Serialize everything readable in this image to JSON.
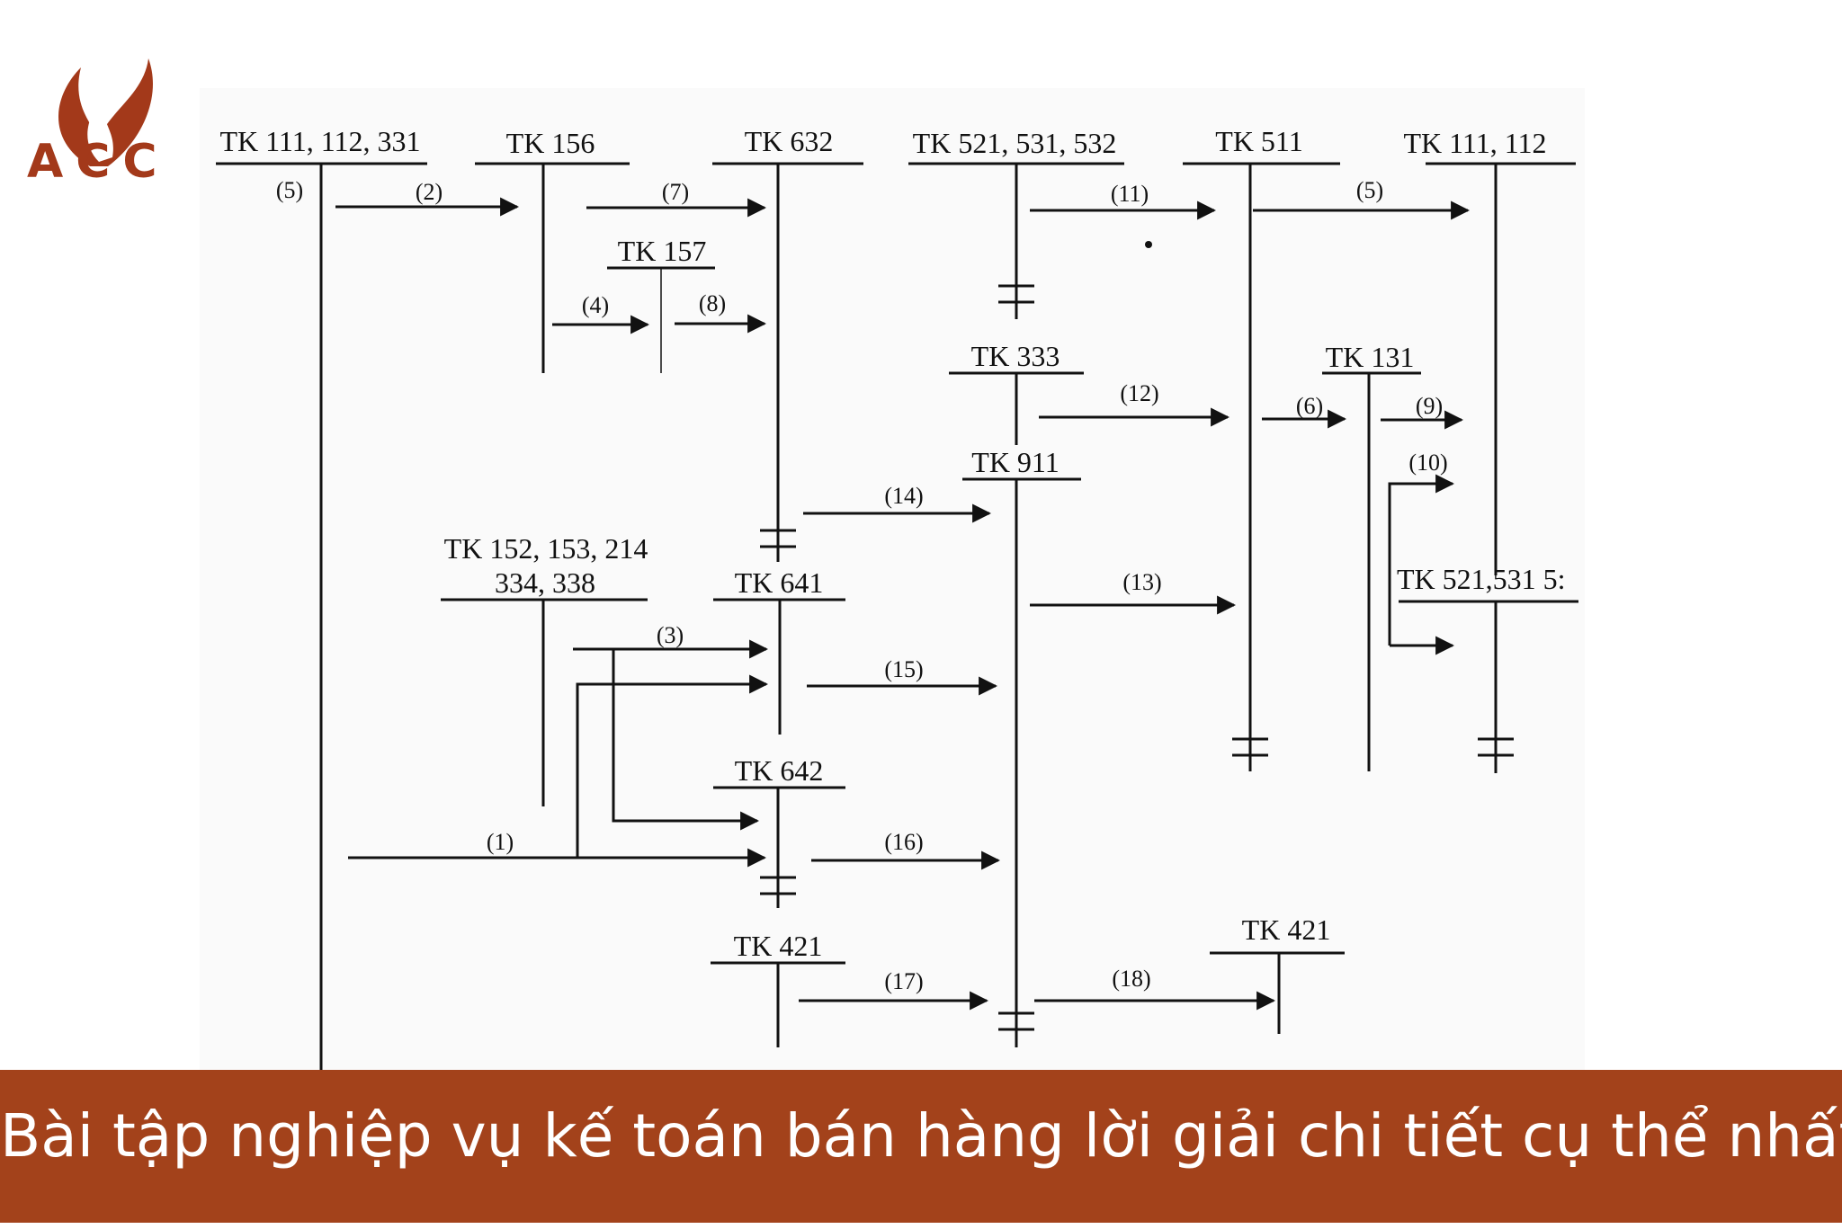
{
  "brand": {
    "logo_text": "ACC",
    "color": "#a3391a"
  },
  "footer": {
    "title": "Bài tập nghiệp vụ kế toán bán hàng lời giải chi tiết cụ thể nhất",
    "color": "#a3421b"
  },
  "diagram": {
    "accounts": [
      {
        "key": "tk_111_112_331",
        "label": "TK 111, 112, 331"
      },
      {
        "key": "tk_156",
        "label": "TK 156"
      },
      {
        "key": "tk_632",
        "label": "TK 632"
      },
      {
        "key": "tk_521_531_532_top",
        "label": "TK 521, 531, 532"
      },
      {
        "key": "tk_511",
        "label": "TK 511"
      },
      {
        "key": "tk_111_112",
        "label": "TK 111, 112"
      },
      {
        "key": "tk_157",
        "label": "TK 157"
      },
      {
        "key": "tk_333",
        "label": "TK 333"
      },
      {
        "key": "tk_131",
        "label": "TK 131"
      },
      {
        "key": "tk_911",
        "label": "TK 911"
      },
      {
        "key": "tk_152_group",
        "label": "TK 152, 153, 214",
        "label2": "334, 338"
      },
      {
        "key": "tk_641",
        "label": "TK 641"
      },
      {
        "key": "tk_521_531_53_right",
        "label": "TK 521,531 5:"
      },
      {
        "key": "tk_642",
        "label": "TK 642"
      },
      {
        "key": "tk_421_left",
        "label": "TK 421"
      },
      {
        "key": "tk_421_right",
        "label": "TK 421"
      }
    ],
    "steps": [
      "(1)",
      "(2)",
      "(3)",
      "(4)",
      "(5)",
      "(5)",
      "(6)",
      "(7)",
      "(8)",
      "(9)",
      "(10)",
      "(11)",
      "(12)",
      "(13)",
      "(14)",
      "(15)",
      "(16)",
      "(17)",
      "(18)"
    ]
  }
}
